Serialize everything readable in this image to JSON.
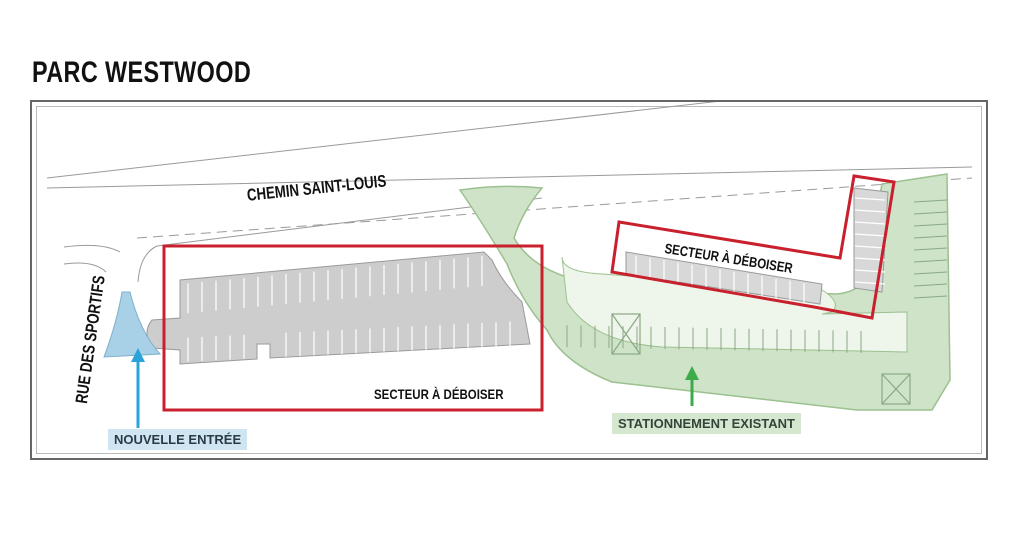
{
  "title": "PARC WESTWOOD",
  "map": {
    "roads": {
      "main": "CHEMIN SAINT-LOUIS",
      "side": "RUE DES SPORTIFS"
    },
    "zones": {
      "clear_west": "SECTEUR À DÉBOISER",
      "clear_east": "SECTEUR À DÉBOISER"
    },
    "callouts": {
      "new_entrance": "NOUVELLE ENTRÉE",
      "existing_parking": "STATIONNEMENT EXISTANT"
    },
    "colors": {
      "clearing_outline": "#c8202c",
      "existing_parking_fill": "#cfe3c8",
      "existing_parking_stroke": "#9cc08f",
      "new_parking_fill": "#cdcdcd",
      "new_entrance_fill": "#a8d0e6",
      "entrance_arrow": "#2aa3d8",
      "existing_arrow": "#3cab4a",
      "road_line": "#9a9a9a"
    }
  }
}
